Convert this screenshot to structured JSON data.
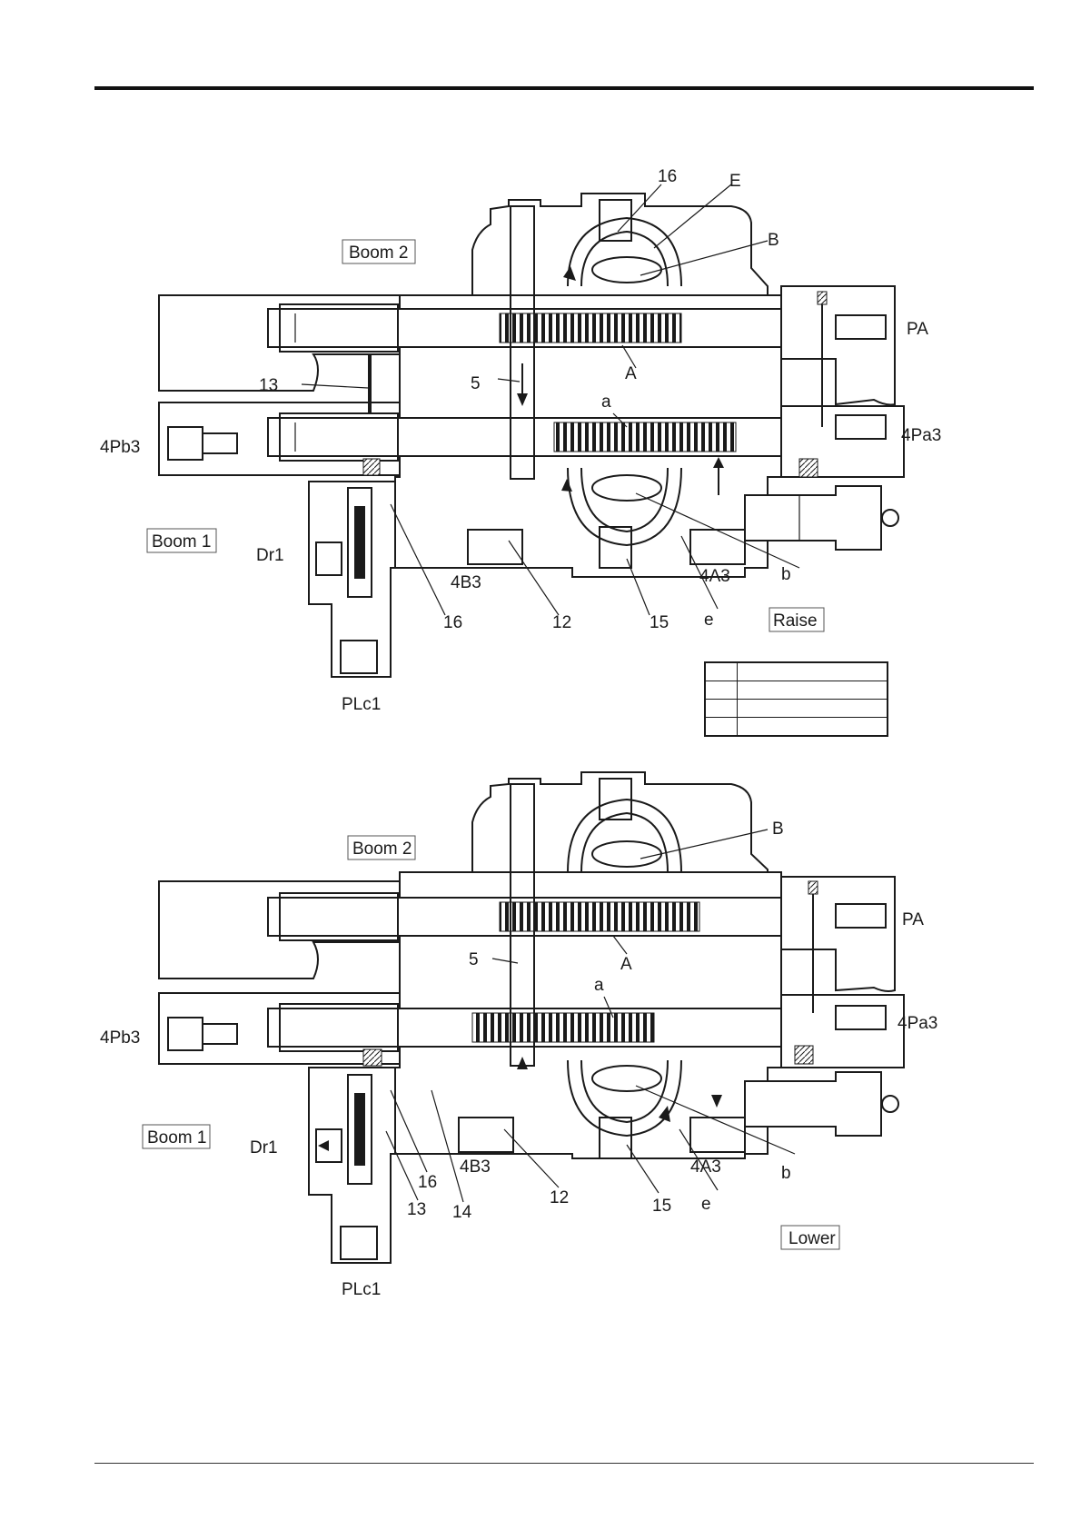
{
  "raise_diagram": {
    "mode_label": "Raise",
    "section_labels": [
      "Boom 2",
      "Boom 1"
    ],
    "callouts": [
      "16",
      "E",
      "B",
      "PA",
      "A",
      "5",
      "13",
      "a",
      "4Pb3",
      "4Pa3",
      "Dr1",
      "4B3",
      "4A3",
      "b",
      "16",
      "12",
      "15",
      "e",
      "PLc1"
    ]
  },
  "lower_diagram": {
    "mode_label": "Lower",
    "section_labels": [
      "Boom 2",
      "Boom 1"
    ],
    "callouts": [
      "B",
      "PA",
      "5",
      "A",
      "a",
      "4Pb3",
      "4Pa3",
      "Dr1",
      "4B3",
      "4A3",
      "b",
      "16",
      "13",
      "14",
      "12",
      "15",
      "e",
      "PLc1"
    ]
  },
  "key_table": {
    "rows": 4
  }
}
